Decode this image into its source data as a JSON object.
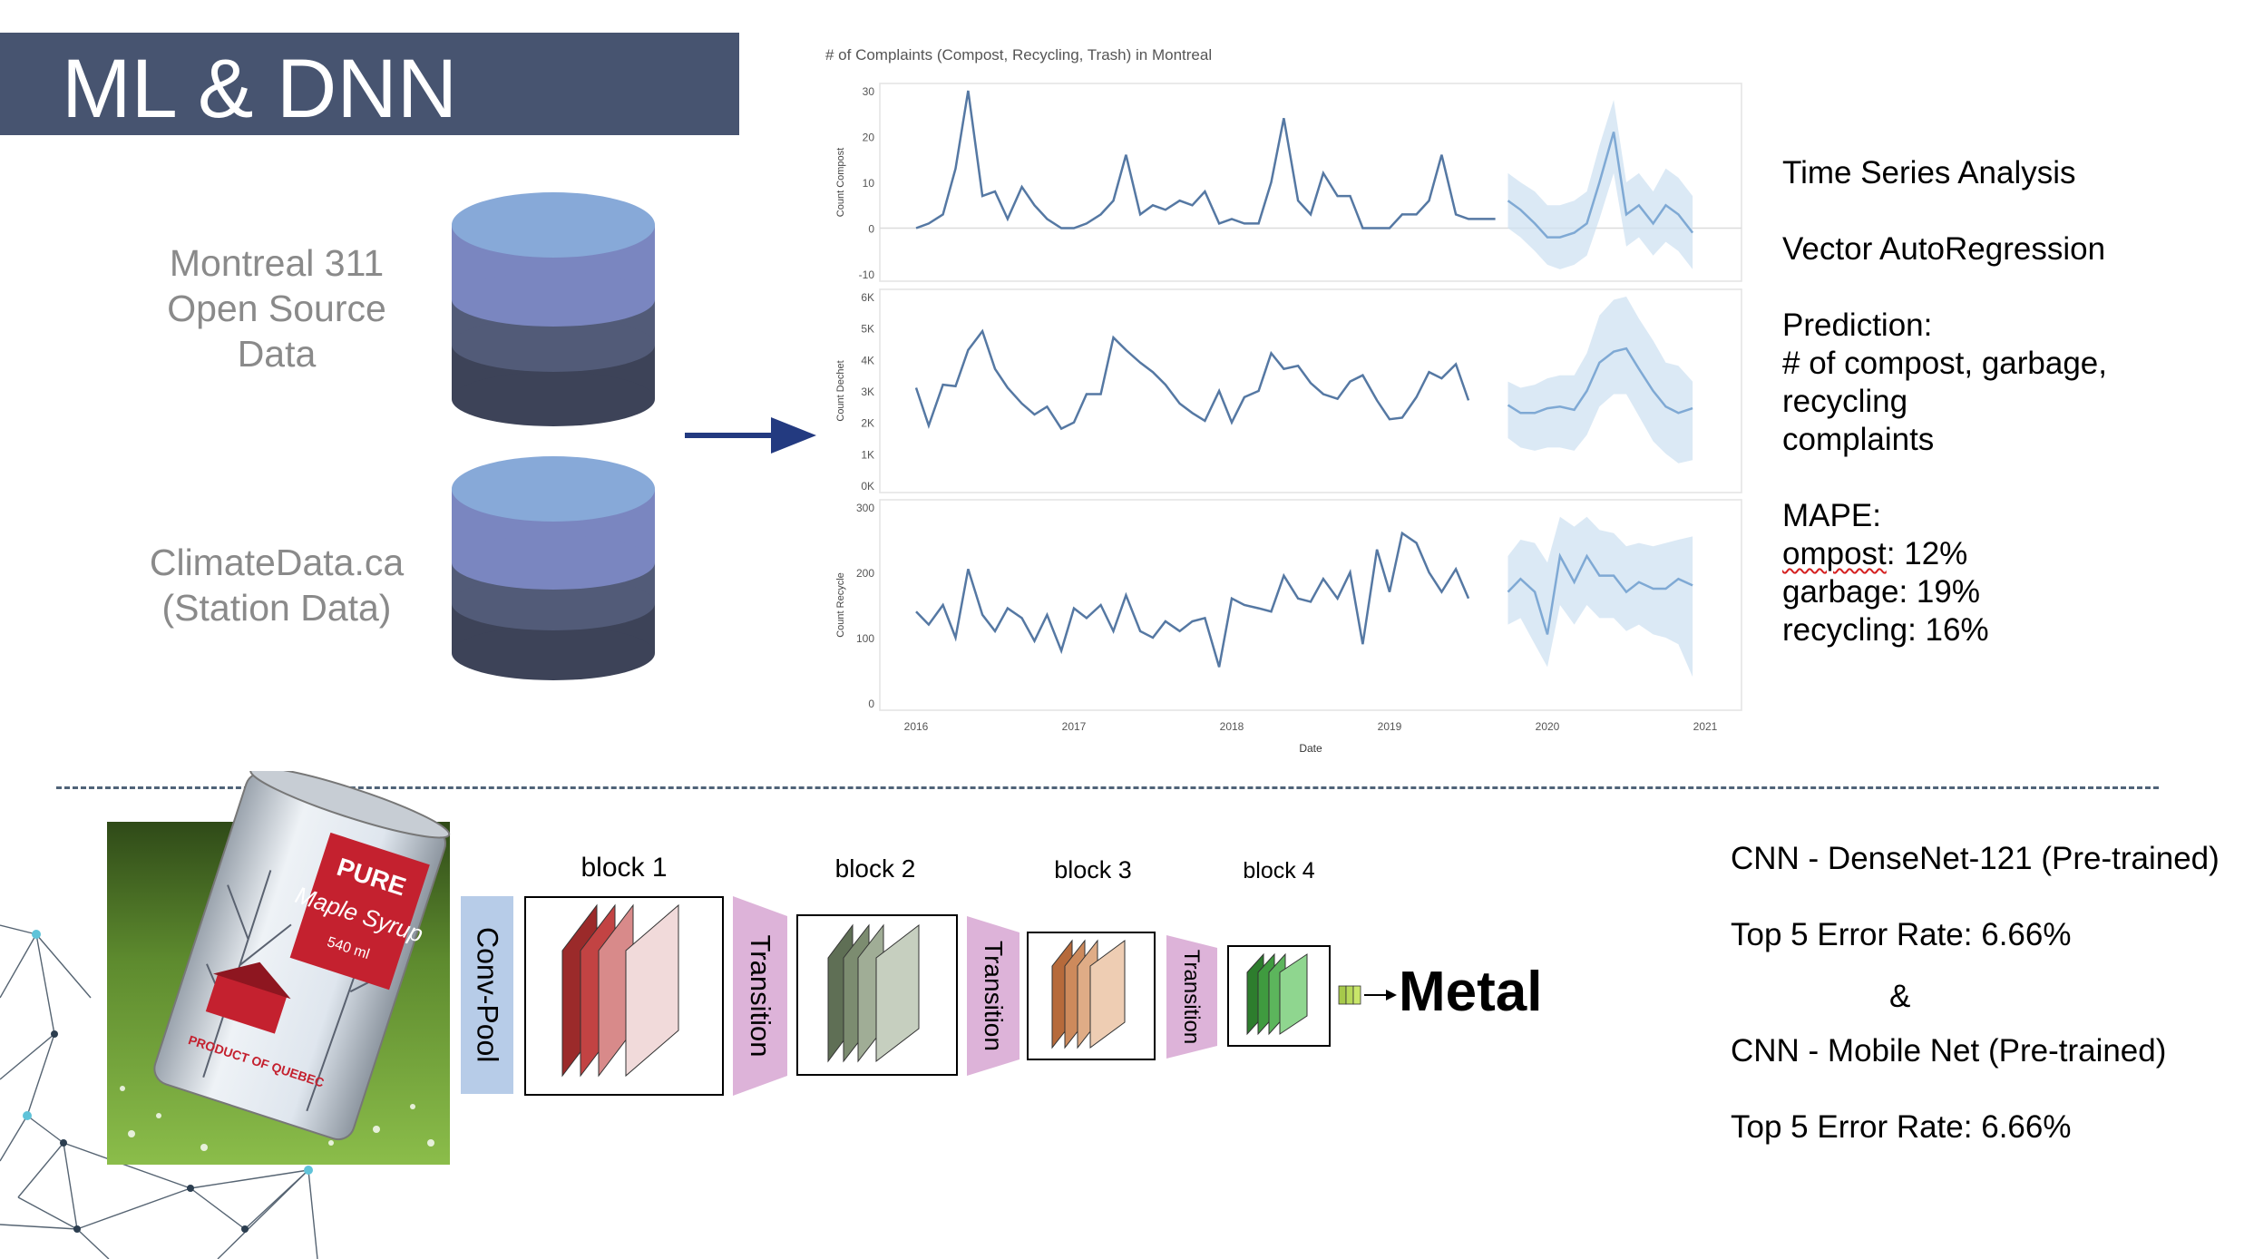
{
  "slide": {
    "title": "ML & DNN",
    "sources": [
      {
        "lines": [
          "Montreal 311",
          "Open Source",
          "Data"
        ]
      },
      {
        "lines": [
          "ClimateData.ca",
          "(Station Data)"
        ]
      }
    ]
  },
  "colors": {
    "title_bar": "#475470",
    "db_top": "#87a9d8",
    "db_mid1": "#7a86c0",
    "db_mid2": "#525b78",
    "db_bottom": "#3d4358",
    "arrow": "#233a80",
    "line": "#5578a3",
    "band": "#cfe1f1",
    "forecast_line": "#7fa9d4"
  },
  "time_series": {
    "lines": [
      "Time Series Analysis",
      "",
      "Vector AutoRegression",
      "",
      "Prediction:",
      "# of compost, garbage,",
      "recycling",
      "complaints",
      "",
      "MAPE:"
    ],
    "mape": [
      {
        "label": "ompost",
        "value": ": 12%",
        "misspelled": true
      },
      {
        "label": "garbage",
        "value": ": 19%",
        "misspelled": false
      },
      {
        "label": "recycling",
        "value": ": 16%",
        "misspelled": false
      }
    ]
  },
  "chart_data": {
    "type": "line",
    "title": "# of Complaints (Compost, Recycling, Trash) in Montreal",
    "xlabel": "Date",
    "x_ticks": [
      "2016",
      "2017",
      "2018",
      "2019",
      "2020",
      "2021"
    ],
    "x_range": [
      2016,
      2021
    ],
    "grid": false,
    "panels": [
      {
        "ylabel": "Count Compost",
        "y_ticks": [
          "30",
          "20",
          "10",
          "0",
          "-10"
        ],
        "ylim": [
          -10,
          30
        ],
        "actual": {
          "x": [
            2016.0,
            2016.08,
            2016.17,
            2016.25,
            2016.33,
            2016.42,
            2016.5,
            2016.58,
            2016.67,
            2016.75,
            2016.83,
            2016.92,
            2017.0,
            2017.08,
            2017.17,
            2017.25,
            2017.33,
            2017.42,
            2017.5,
            2017.58,
            2017.67,
            2017.75,
            2017.83,
            2017.92,
            2018.0,
            2018.08,
            2018.17,
            2018.25,
            2018.33,
            2018.42,
            2018.5,
            2018.58,
            2018.67,
            2018.75,
            2018.83,
            2018.92,
            2019.0,
            2019.08,
            2019.17,
            2019.25,
            2019.33,
            2019.42,
            2019.5,
            2019.58,
            2019.67
          ],
          "y": [
            0,
            1,
            3,
            13,
            30,
            7,
            8,
            2,
            9,
            5,
            2,
            0,
            0,
            1,
            3,
            6,
            16,
            3,
            5,
            4,
            6,
            5,
            8,
            1,
            2,
            1,
            1,
            10,
            24,
            6,
            3,
            12,
            7,
            7,
            0,
            0,
            0,
            3,
            3,
            6,
            16,
            3,
            2,
            2,
            2
          ]
        },
        "forecast": {
          "x": [
            2019.75,
            2019.83,
            2019.92,
            2020.0,
            2020.08,
            2020.17,
            2020.25,
            2020.33,
            2020.42,
            2020.5,
            2020.58,
            2020.67,
            2020.75,
            2020.83,
            2020.92
          ],
          "y": [
            6,
            4,
            1,
            -2,
            -2,
            -1,
            1,
            10,
            21,
            3,
            5,
            1,
            5,
            3,
            -1
          ],
          "lower": [
            0,
            -2,
            -5,
            -8,
            -9,
            -8,
            -6,
            2,
            12,
            -4,
            -2,
            -6,
            -3,
            -5,
            -9
          ],
          "upper": [
            12,
            10,
            8,
            5,
            5,
            6,
            8,
            18,
            28,
            10,
            12,
            8,
            13,
            11,
            7
          ]
        }
      },
      {
        "ylabel": "Count Dechet",
        "y_ticks": [
          "6K",
          "5K",
          "4K",
          "3K",
          "2K",
          "1K",
          "0K"
        ],
        "ylim": [
          0,
          6000
        ],
        "actual": {
          "x": [
            2016.0,
            2016.08,
            2016.17,
            2016.25,
            2016.33,
            2016.42,
            2016.5,
            2016.58,
            2016.67,
            2016.75,
            2016.83,
            2016.92,
            2017.0,
            2017.08,
            2017.17,
            2017.25,
            2017.33,
            2017.42,
            2017.5,
            2017.58,
            2017.67,
            2017.75,
            2017.83,
            2017.92,
            2018.0,
            2018.08,
            2018.17,
            2018.25,
            2018.33,
            2018.42,
            2018.5,
            2018.58,
            2018.67,
            2018.75,
            2018.83,
            2018.92,
            2019.0,
            2019.08,
            2019.17,
            2019.25,
            2019.33,
            2019.42,
            2019.5,
            2019.58,
            2019.67
          ],
          "y": [
            3100,
            1900,
            3200,
            3150,
            4300,
            4900,
            3700,
            3100,
            2600,
            2250,
            2500,
            1800,
            2000,
            2900,
            2900,
            4700,
            4300,
            3900,
            3600,
            3200,
            2600,
            2300,
            2050,
            3000,
            2000,
            2800,
            3000,
            4200,
            3700,
            3800,
            3250,
            2900,
            2750,
            3300,
            3500,
            2700,
            2100,
            2150,
            2800,
            3600,
            3400,
            3850,
            2700
          ]
        },
        "forecast": {
          "x": [
            2019.75,
            2019.83,
            2019.92,
            2020.0,
            2020.08,
            2020.17,
            2020.25,
            2020.33,
            2020.42,
            2020.5,
            2020.58,
            2020.67,
            2020.75,
            2020.83,
            2020.92
          ],
          "y": [
            2550,
            2300,
            2300,
            2450,
            2500,
            2400,
            3000,
            3900,
            4250,
            4350,
            3700,
            3000,
            2500,
            2300,
            2450
          ],
          "lower": [
            1500,
            1200,
            1100,
            1200,
            1200,
            1100,
            1600,
            2500,
            2900,
            2900,
            2200,
            1400,
            1000,
            700,
            800
          ],
          "upper": [
            3300,
            3100,
            3200,
            3400,
            3500,
            3500,
            4200,
            5400,
            5900,
            6000,
            5300,
            4600,
            3900,
            3800,
            3300
          ]
        }
      },
      {
        "ylabel": "Count Recycle",
        "y_ticks": [
          "300",
          "200",
          "100",
          "0"
        ],
        "ylim": [
          0,
          300
        ],
        "actual": {
          "x": [
            2016.0,
            2016.08,
            2016.17,
            2016.25,
            2016.33,
            2016.42,
            2016.5,
            2016.58,
            2016.67,
            2016.75,
            2016.83,
            2016.92,
            2017.0,
            2017.08,
            2017.17,
            2017.25,
            2017.33,
            2017.42,
            2017.5,
            2017.58,
            2017.67,
            2017.75,
            2017.83,
            2017.92,
            2018.0,
            2018.08,
            2018.17,
            2018.25,
            2018.33,
            2018.42,
            2018.5,
            2018.58,
            2018.67,
            2018.75,
            2018.83,
            2018.92,
            2019.0,
            2019.08,
            2019.17,
            2019.25,
            2019.33,
            2019.42,
            2019.5,
            2019.58,
            2019.67
          ],
          "y": [
            140,
            120,
            150,
            100,
            205,
            135,
            110,
            145,
            130,
            95,
            135,
            80,
            145,
            130,
            150,
            110,
            165,
            110,
            100,
            125,
            110,
            125,
            130,
            55,
            160,
            150,
            145,
            140,
            195,
            160,
            155,
            190,
            160,
            200,
            90,
            235,
            170,
            260,
            245,
            200,
            170,
            205,
            160
          ]
        },
        "forecast": {
          "x": [
            2019.75,
            2019.83,
            2019.92,
            2020.0,
            2020.08,
            2020.17,
            2020.25,
            2020.33,
            2020.42,
            2020.5,
            2020.58,
            2020.67,
            2020.75,
            2020.83,
            2020.92
          ],
          "y": [
            170,
            190,
            170,
            105,
            225,
            185,
            225,
            195,
            195,
            170,
            185,
            175,
            175,
            190,
            180,
            105
          ],
          "lower": [
            120,
            130,
            90,
            55,
            150,
            120,
            150,
            130,
            130,
            110,
            120,
            105,
            100,
            90,
            40
          ],
          "upper": [
            225,
            250,
            245,
            215,
            285,
            270,
            285,
            265,
            260,
            240,
            245,
            240,
            245,
            250,
            255
          ]
        }
      }
    ]
  },
  "cnn_diagram": {
    "blocks": [
      "block 1",
      "block 2",
      "block 3",
      "block 4"
    ],
    "conv_pool": "Conv-Pool",
    "transitions": [
      "Transition",
      "Transition",
      "Transition"
    ],
    "output": "Metal",
    "block_colors": [
      [
        "#9b2a2a",
        "#c24343",
        "#d88a8a",
        "#f1dada"
      ],
      [
        "#5f6f55",
        "#7c8c70",
        "#a0ad96",
        "#c6cfbf"
      ],
      [
        "#b66a3b",
        "#cd8a5c",
        "#dfac86",
        "#eecdb3"
      ],
      [
        "#2d7d2d",
        "#3f9b3f",
        "#5cb55c",
        "#8fd68f"
      ]
    ],
    "conv_pool_color": "#b7cce8",
    "transition_color": "#ddb3d9"
  },
  "product_image": {
    "can_brand": "PURE",
    "can_script": "Maple Syrup",
    "can_volume": "540 ml",
    "can_origin": "PRODUCT OF QUEBEC"
  },
  "cnn_results": {
    "lines": [
      "CNN - DenseNet-121 (Pre-trained)",
      "Top 5 Error Rate: 6.66%",
      "&",
      "CNN - Mobile Net (Pre-trained)",
      "Top 5 Error Rate: 6.66%"
    ]
  }
}
